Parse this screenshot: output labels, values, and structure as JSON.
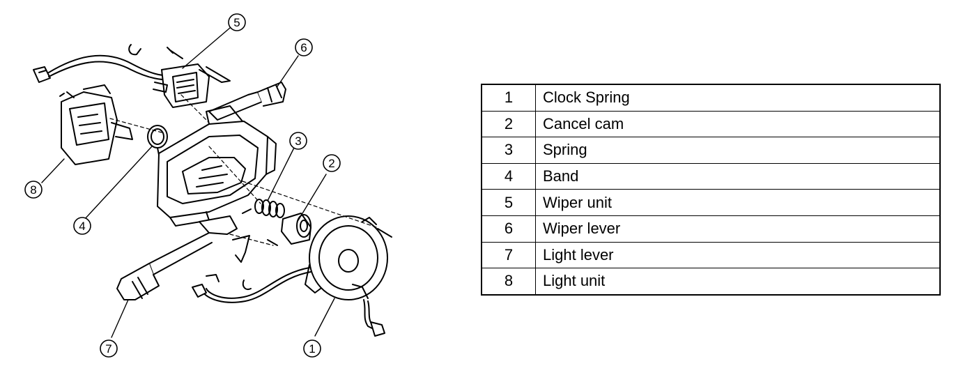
{
  "callouts": [
    {
      "number": "1",
      "part": "Clock Spring"
    },
    {
      "number": "2",
      "part": "Cancel cam"
    },
    {
      "number": "3",
      "part": "Spring"
    },
    {
      "number": "4",
      "part": "Band"
    },
    {
      "number": "5",
      "part": "Wiper unit"
    },
    {
      "number": "6",
      "part": "Wiper lever"
    },
    {
      "number": "7",
      "part": "Light lever"
    },
    {
      "number": "8",
      "part": "Light unit"
    }
  ]
}
